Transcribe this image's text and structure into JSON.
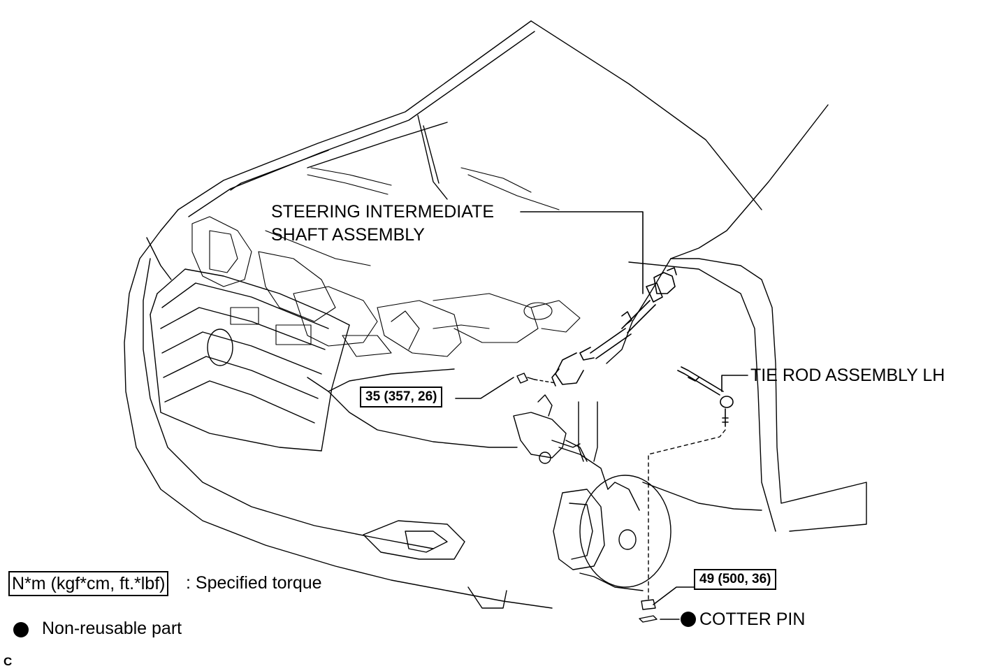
{
  "labels": {
    "intermediate_shaft_line1": "STEERING INTERMEDIATE",
    "intermediate_shaft_line2": "SHAFT ASSEMBLY",
    "tie_rod": "TIE ROD ASSEMBLY LH",
    "cotter_pin": "COTTER PIN"
  },
  "torque": {
    "shaft_bolt": "35 (357, 26)",
    "tie_rod_nut": "49 (500, 36)"
  },
  "legend": {
    "torque_box": "N*m (kgf*cm, ft.*lbf)",
    "torque_text": ": Specified torque",
    "nonreusable_text": "Non-reusable part"
  },
  "corner_code": "C"
}
